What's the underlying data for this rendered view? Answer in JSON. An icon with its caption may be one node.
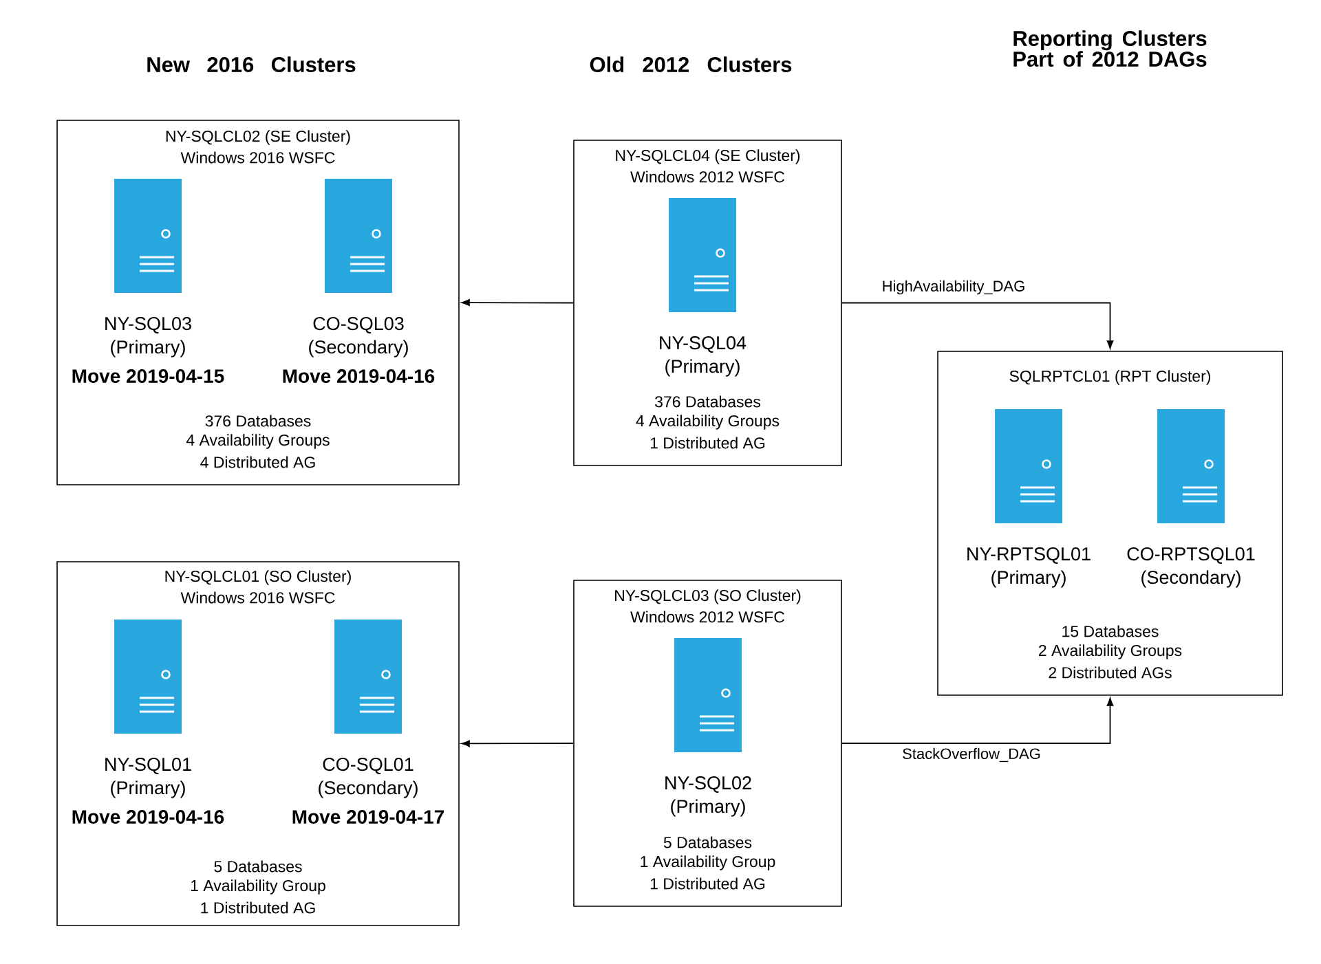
{
  "diagram": {
    "nodes": [
      {
        "text": [
          "NY-SQLCL02 (SE Cluster)",
          "Windows 2016 WSFC",
          "376 Databases",
          "4 Availability Groups",
          "4 Distributed AG"
        ]
      },
      {
        "text": [
          "NY-SQL03",
          "(Primary)",
          "Move 2019-04-15"
        ],
        "in": 0
      },
      {
        "text": [
          "CO-SQL03",
          "(Secondary)",
          "Move 2019-04-16"
        ],
        "in": 0
      },
      {
        "text": [
          "NY-SQLCL04 (SE Cluster)",
          "Windows 2012 WSFC",
          "376 Databases",
          "4 Availability Groups",
          "1 Distributed AG"
        ]
      },
      {
        "text": [
          "NY-SQL04",
          "(Primary)"
        ],
        "in": 3
      },
      {
        "text": [
          "SQLRPTCL01 (RPT Cluster)",
          "15 Databases",
          "2 Availability Groups",
          "2 Distributed AGs"
        ]
      },
      {
        "text": [
          "NY-RPTSQL01",
          "(Primary)"
        ],
        "in": 5
      },
      {
        "text": [
          "CO-RPTSQL01",
          "(Secondary)"
        ],
        "in": 5
      },
      {
        "text": [
          "NY-SQLCL01 (SO Cluster)",
          "Windows 2016 WSFC",
          "5 Databases",
          "1 Availability Group",
          "1 Distributed AG"
        ]
      },
      {
        "text": [
          "NY-SQL01",
          "(Primary)",
          "Move 2019-04-16"
        ],
        "in": 8
      },
      {
        "text": [
          "CO-SQL01",
          "(Secondary)",
          "Move 2019-04-17"
        ],
        "in": 8
      },
      {
        "text": [
          "NY-SQLCL03 (SO Cluster)",
          "Windows 2012 WSFC",
          "5 Databases",
          "1 Availability Group",
          "1 Distributed AG"
        ]
      },
      {
        "text": [
          "NY-SQL02",
          "(Primary)"
        ],
        "in": 11
      }
    ],
    "edges": [
      {
        "from": 3,
        "to": 0,
        "arrow": "to"
      },
      {
        "from": 3,
        "to": 5,
        "arrow": "to",
        "label": "HighAvailability_DAG"
      },
      {
        "from": 11,
        "to": 8,
        "arrow": "to"
      },
      {
        "from": 11,
        "to": 5,
        "arrow": "to",
        "label": "StackOverflow_DAG"
      }
    ],
    "labels": [
      "New 2016 Clusters",
      "Old 2012 Clusters",
      "Reporting Clusters Part of 2012 DAGs"
    ]
  }
}
